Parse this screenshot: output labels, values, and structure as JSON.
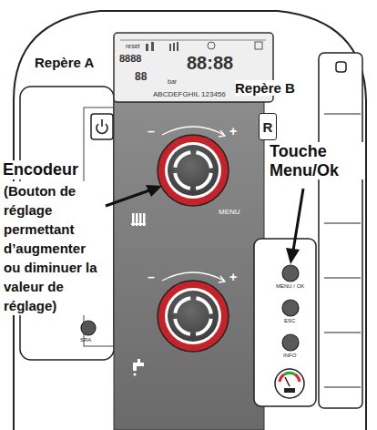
{
  "diagram": {
    "nodes": [
      {
        "text": [
          "R"
        ]
      }
    ],
    "labels": [
      "Repère A",
      "Repère B",
      "Encodeur",
      "(Bouton de réglage permettant d’augmenter ou diminuer la valeur de réglage)",
      "Touche Menu/Ok",
      "MENU",
      "MENU / OK",
      "ESC",
      "INFO",
      "SRA",
      "reset",
      "8888",
      "88",
      "bar",
      "88:88",
      "ABCDEFGHIL 123456",
      "–",
      "+",
      "–",
      "+"
    ]
  }
}
